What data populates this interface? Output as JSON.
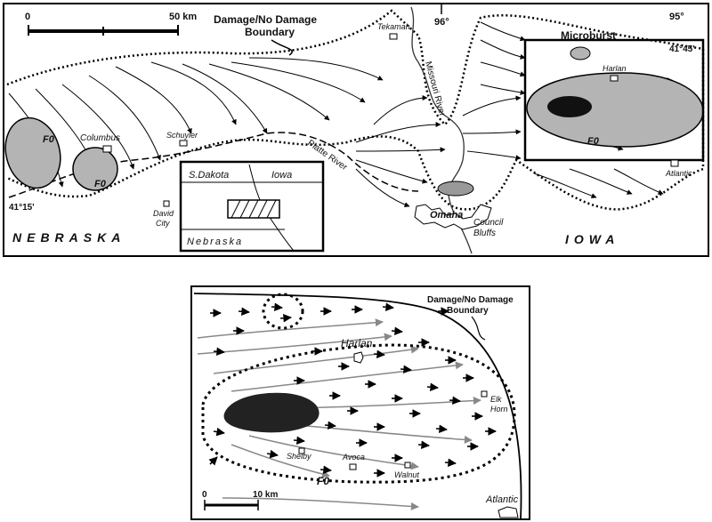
{
  "top_map": {
    "scale_zero": "0",
    "scale_label": "50 km",
    "boundary_label_line1": "Damage/No Damage",
    "boundary_label_line2": "Boundary",
    "microburst_label": "Microburst",
    "lon_96": "96°",
    "lon_95": "95°",
    "lat_4145": "41°45'",
    "lat_4115": "41°15'",
    "towns": {
      "tekamah": "Tekamah",
      "harlan": "Harlan",
      "columbus": "Columbus",
      "schuyler": "Schuyler",
      "david_line1": "David",
      "david_line2": "City",
      "omaha": "Omaha",
      "council_line1": "Council",
      "council_line2": "Bluffs",
      "atlantic": "Atlantic"
    },
    "rivers": {
      "missouri": "Missouri River",
      "platte": "Platte River"
    },
    "states": {
      "nebraska": "NEBRASKA",
      "iowa": "IOWA"
    },
    "intensity": {
      "f0_west": "F0",
      "f0_columbus": "F0",
      "f0_harlan": "F0"
    },
    "inset": {
      "sdakota": "S.Dakota",
      "iowa": "Iowa",
      "nebraska": "Nebraska"
    }
  },
  "bottom_map": {
    "boundary_label_line1": "Damage/No Damage",
    "boundary_label_line2": "Boundary",
    "scale_zero": "0",
    "scale_label": "10 km",
    "f0": "F0",
    "towns": {
      "harlan": "Harlan",
      "elk_line1": "Elk",
      "elk_line2": "Horn",
      "shelby": "Shelby",
      "avoca": "Avoca",
      "walnut": "Walnut",
      "atlantic": "Atlantic"
    }
  }
}
